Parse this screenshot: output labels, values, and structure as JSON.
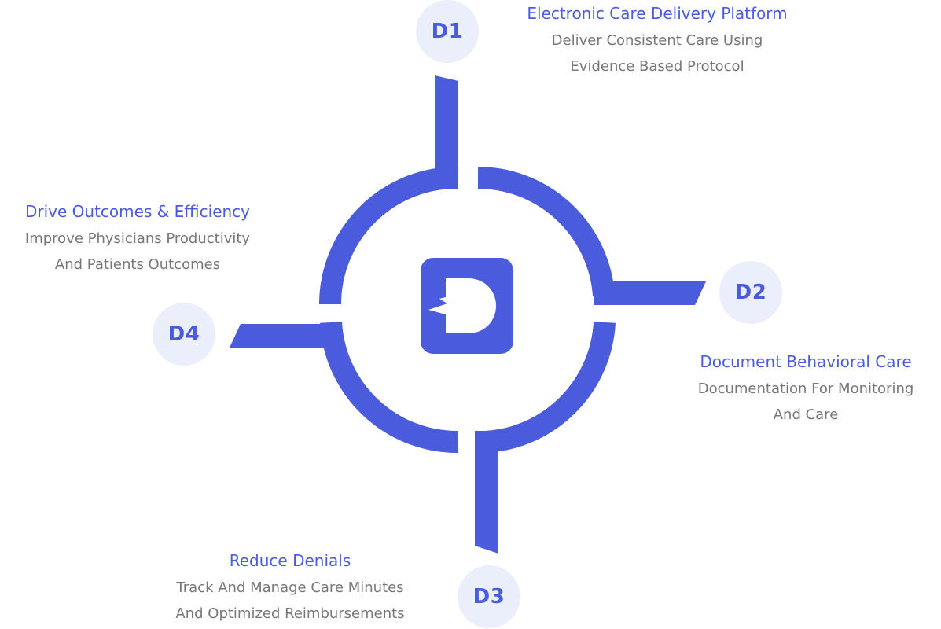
{
  "colors": {
    "accent": "#4a5bdc",
    "badge_background": "#ebeefb",
    "description_text": "#777777",
    "background": "#ffffff"
  },
  "center_logo": {
    "icon": "d-logo-icon",
    "color": "#4a5bdc"
  },
  "steps": [
    {
      "badge": "D1",
      "title": "Electronic Care Delivery Platform",
      "description_line1": "Deliver Consistent Care Using",
      "description_line2": "Evidence Based Protocol"
    },
    {
      "badge": "D2",
      "title": "Document Behavioral Care",
      "description_line1": "Documentation For Monitoring",
      "description_line2": "And Care"
    },
    {
      "badge": "D3",
      "title": "Reduce Denials",
      "description_line1": "Track And Manage Care Minutes",
      "description_line2": "And Optimized Reimbursements"
    },
    {
      "badge": "D4",
      "title": "Drive Outcomes & Efficiency",
      "description_line1": "Improve Physicians Productivity",
      "description_line2": "And Patients Outcomes"
    }
  ]
}
